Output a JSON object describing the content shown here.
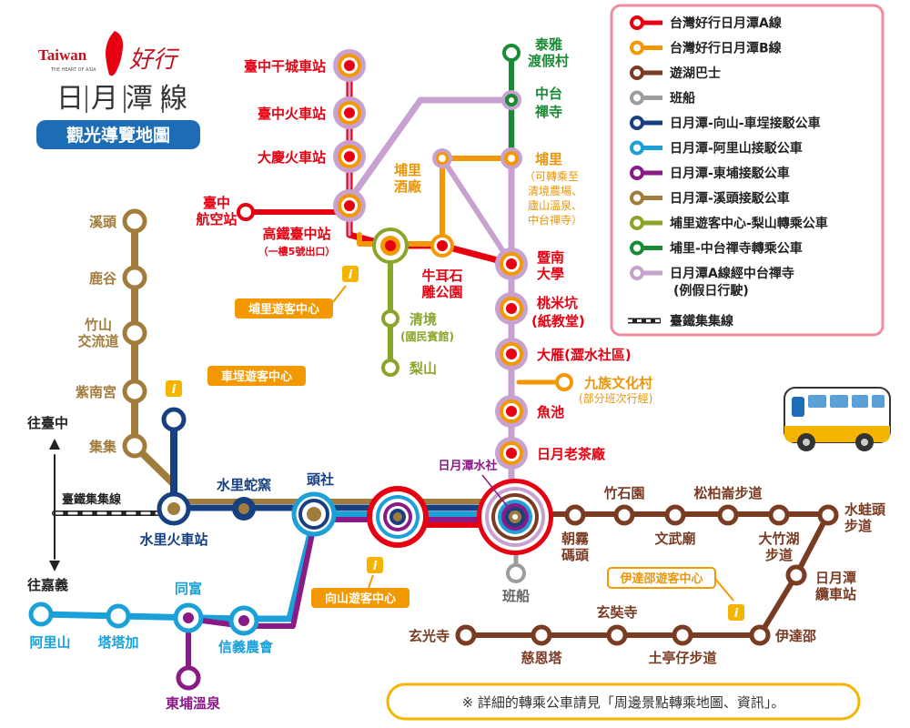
{
  "brand": {
    "logo_word": "Taiwan",
    "logo_sub": "THE HEART OF ASIA",
    "logo_script": "好行",
    "title": "日月潭線",
    "subtitle": "觀光導覽地圖"
  },
  "legend": [
    {
      "label": "台灣好行日月潭A線",
      "color": "#e60012"
    },
    {
      "label": "台灣好行日月潭B線",
      "color": "#f39800"
    },
    {
      "label": "遊湖巴士",
      "color": "#7a3b23"
    },
    {
      "label": "班船",
      "color": "#9c9c9c"
    },
    {
      "label": "日月潭-向山-車埕接駁公車",
      "color": "#16407f"
    },
    {
      "label": "日月潭-阿里山接駁公車",
      "color": "#1ba0d8"
    },
    {
      "label": "日月潭-東埔接駁公車",
      "color": "#8a1a86"
    },
    {
      "label": "日月潭-溪頭接駁公車",
      "color": "#a17c3d"
    },
    {
      "label": "埔里遊客中心-梨山轉乘公車",
      "color": "#8aa52a"
    },
    {
      "label": "埔里-中台禪寺轉乘公車",
      "color": "#1a8a34"
    },
    {
      "label": "日月潭A線經中台禪寺",
      "color": "#c7a2d1"
    },
    {
      "label": "(例假日行駛)",
      "color": ""
    },
    {
      "label": "臺鐵集集線",
      "color": "#222222"
    }
  ],
  "stations": {
    "taichung_ganchen": "臺中干城車站",
    "taichung_train": "臺中火車站",
    "daqing": "大慶火車站",
    "airport_1": "臺中",
    "airport_2": "航空站",
    "hsr_1": "高鐵臺中站",
    "hsr_2": "（一樓5號出口）",
    "taiya_1": "泰雅",
    "taiya_2": "渡假村",
    "zhongtai_1": "中台",
    "zhongtai_2": "禪寺",
    "puli": "埔里",
    "puli_note_1": "（可轉乘至",
    "puli_note_2": "清境農場、",
    "puli_note_3": "廬山溫泉、",
    "puli_note_4": "中台禪寺）",
    "puli_winery_1": "埔里",
    "puli_winery_2": "酒廠",
    "niuer_1": "牛耳石",
    "niuer_2": "雕公園",
    "chi_nan_1": "暨南",
    "chi_nan_2": "大學",
    "taomikeng_1": "桃米坑",
    "taomikeng_2": "(紙教堂)",
    "dayan": "大雁(澀水社區)",
    "jiuzu_1": "九族文化村",
    "jiuzu_2": "(部分班次行經)",
    "yuchi": "魚池",
    "old_tea": "日月老茶廠",
    "qingjing_1": "清境",
    "qingjing_2": "(國民賓館)",
    "lishan": "梨山",
    "puli_visitor": "埔里遊客中心",
    "xitou": "溪頭",
    "lugu": "鹿谷",
    "zhushan_1": "竹山",
    "zhushan_2": "交流道",
    "zinan": "紫南宮",
    "jiji": "集集",
    "checheng_visitor": "車埕遊客中心",
    "to_taichung": "往臺中",
    "to_chiayi": "往嘉義",
    "jiji_line": "臺鐵集集線",
    "shuili": "水里火車站",
    "shuili_kiln": "水里蛇窯",
    "toushe": "頭社",
    "sun_moon_pier": "日月潭水社",
    "zhushiyuan": "竹石園",
    "songbai": "松柏崙步道",
    "shuiwatou_1": "水蛙頭",
    "shuiwatou_2": "步道",
    "chaowu_1": "朝霧",
    "chaowu_2": "碼頭",
    "wenwu": "文武廟",
    "dazhuhu_1": "大竹湖",
    "dazhuhu_2": "步道",
    "boat": "班船",
    "xiangshan_visitor": "向山遊客中心",
    "ita_thao_visitor": "伊達邵遊客中心",
    "ropeway_1": "日月潭",
    "ropeway_2": "纜車站",
    "xuanzang": "玄奘寺",
    "ita_thao": "伊達邵",
    "xuanguang": "玄光寺",
    "cien": "慈恩塔",
    "tutingzi": "土亭仔步道",
    "alishan": "阿里山",
    "tatajia": "塔塔加",
    "tongfu": "同富",
    "xinyi": "信義農會",
    "dongpu": "東埔溫泉"
  },
  "footer": {
    "note": "※ 詳細的轉乘公車請見「周邊景點轉乘地圖、資訊」。"
  },
  "icons": {
    "info": "i"
  }
}
